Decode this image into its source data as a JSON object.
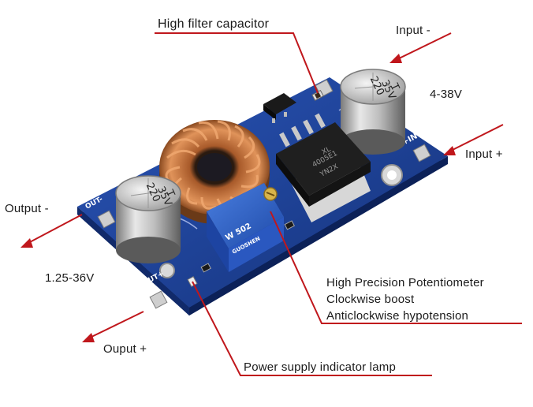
{
  "labels": {
    "high_filter_capacitor": "High filter capacitor",
    "input_minus": "Input -",
    "input_voltage": "4-38V",
    "input_plus": "Input +",
    "output_minus": "Output -",
    "output_voltage": "1.25-36V",
    "output_plus": "Ouput +",
    "potentiometer_line1": "High Precision Potentiometer",
    "potentiometer_line2": "Clockwise boost",
    "potentiometer_line3": "Anticlockwise hypotension",
    "indicator_lamp": "Power supply indicator lamp"
  },
  "board": {
    "cap_in_marking": [
      "220",
      "35V",
      "T"
    ],
    "cap_out_marking": [
      "220",
      "35V",
      "T"
    ],
    "pin_in_plus": "+IN",
    "pin_out_minus": "OUT-",
    "pin_out_plus": "OUT+",
    "pot_marking": [
      "W 502",
      "GUOSHEN"
    ],
    "ic_marking": [
      "XL",
      "4005E1",
      "YN2X"
    ]
  },
  "colors": {
    "annotation_line": "#c0171c",
    "pcb_blue": "#1c3f9a",
    "copper": "#c9743a",
    "pot_blue": "#2f62c8"
  },
  "icons": {
    "arrow": "red-arrow-icon",
    "pointer": "red-leader-line"
  }
}
